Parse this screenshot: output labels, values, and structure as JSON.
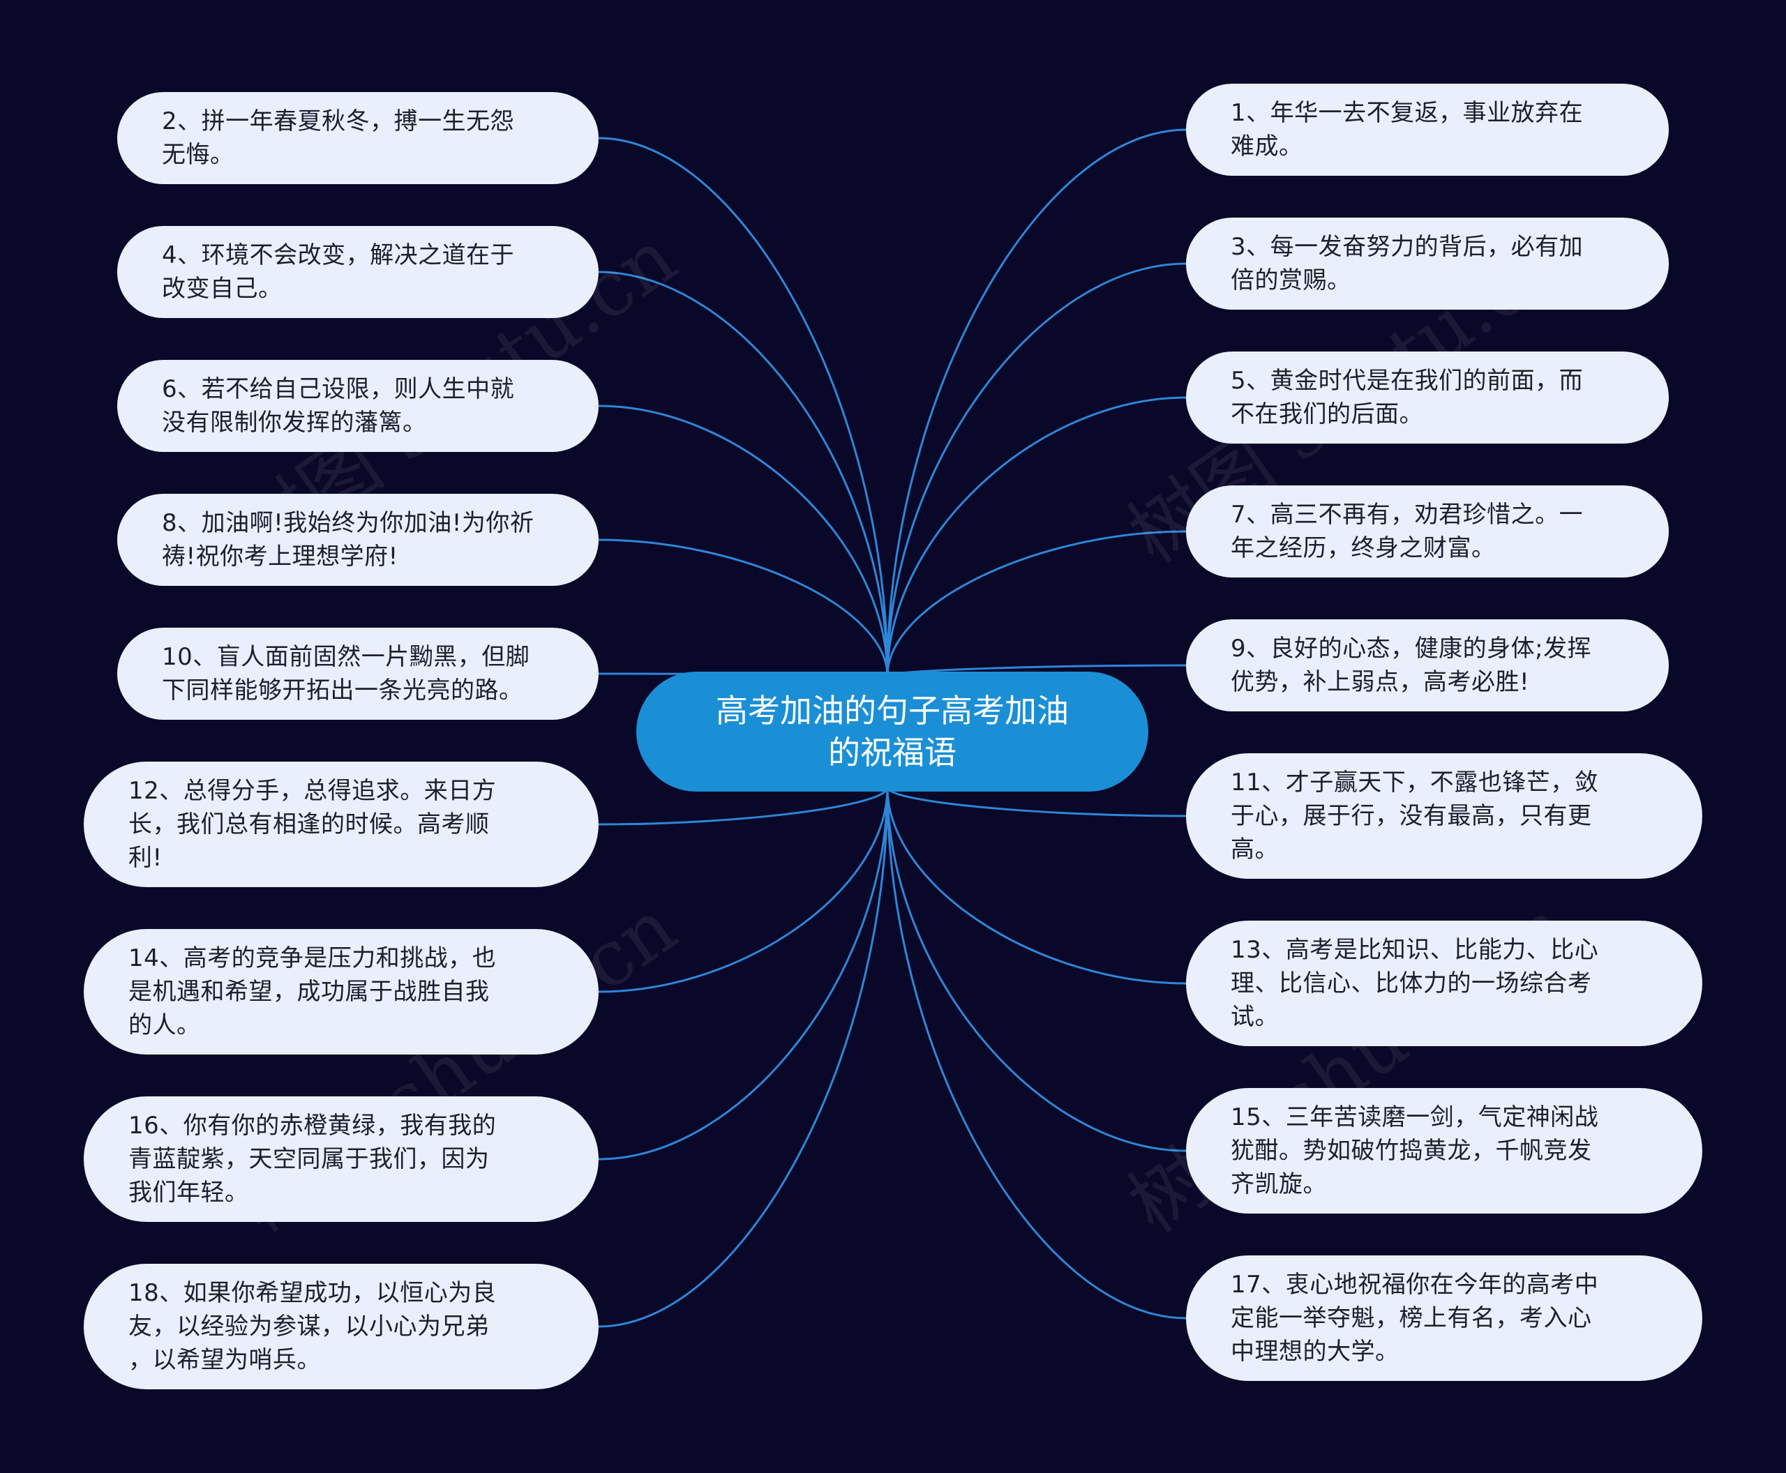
{
  "center": {
    "label": "高考加油的句子高考加油\n的祝福语"
  },
  "colors": {
    "background": "#0a0828",
    "edge": "#2e86d8",
    "node": "#eaf0fb",
    "center": "#1a8fd6"
  },
  "watermark": "树图 shutu.cn",
  "left_nodes": [
    "2、拼一年春夏秋冬，搏一生无怨\n无悔。",
    "4、环境不会改变，解决之道在于\n改变自己。",
    "6、若不给自己设限，则人生中就\n没有限制你发挥的藩篱。",
    "8、加油啊!我始终为你加油!为你祈\n祷!祝你考上理想学府!",
    "10、盲人面前固然一片黝黑，但脚\n下同样能够开拓出一条光亮的路。",
    "12、总得分手，总得追求。来日方\n长，我们总有相逢的时候。高考顺\n利!",
    "14、高考的竞争是压力和挑战，也\n是机遇和希望，成功属于战胜自我\n的人。",
    "16、你有你的赤橙黄绿，我有我的\n青蓝靛紫，天空同属于我们，因为\n我们年轻。",
    "18、如果你希望成功，以恒心为良\n友，以经验为参谋，以小心为兄弟\n，以希望为哨兵。"
  ],
  "right_nodes": [
    "1、年华一去不复返，事业放弃在\n难成。",
    "3、每一发奋努力的背后，必有加\n倍的赏赐。",
    "5、黄金时代是在我们的前面，而\n不在我们的后面。",
    "7、高三不再有，劝君珍惜之。一\n年之经历，终身之财富。",
    "9、良好的心态，健康的身体;发挥\n优势，补上弱点，高考必胜!",
    "11、才子赢天下，不露也锋芒，敛\n于心，展于行，没有最高，只有更\n高。",
    "13、高考是比知识、比能力、比心\n理、比信心、比体力的一场综合考\n试。",
    "15、三年苦读磨一剑，气定神闲战\n犹酣。势如破竹捣黄龙，千帆竞发\n齐凯旋。",
    "17、衷心地祝福你在今年的高考中\n定能一举夺魁，榜上有名，考入心\n中理想的大学。"
  ]
}
